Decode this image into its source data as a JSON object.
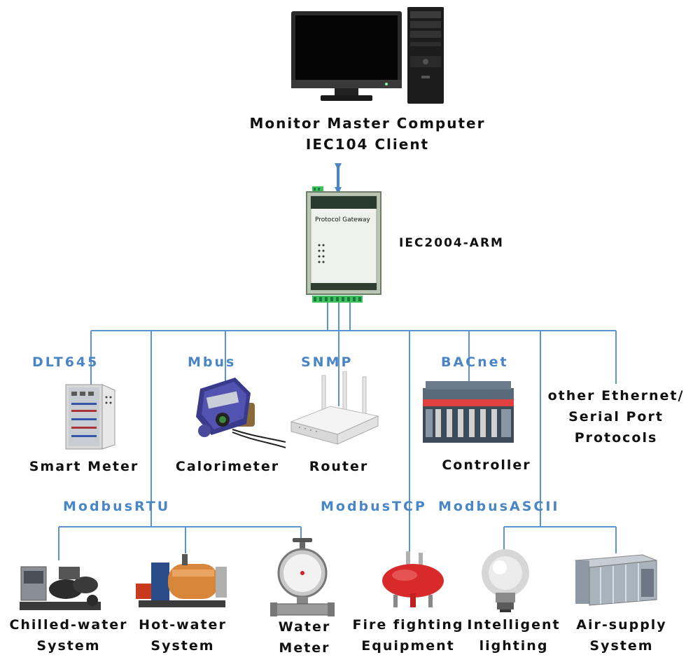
{
  "master": {
    "title_line1": "Monitor Master Computer",
    "title_line2": "IEC104 Client"
  },
  "gateway": {
    "name": "IEC2004-ARM",
    "panel_text": "Protocol Gateway"
  },
  "protocols": {
    "dlt645": "DLT645",
    "mbus": "Mbus",
    "snmp": "SNMP",
    "bacnet": "BACnet",
    "modbus_rtu": "ModbusRTU",
    "modbus_tcp": "ModbusTCP",
    "modbus_ascii": "ModbusASCII"
  },
  "devices": {
    "smart_meter": "Smart Meter",
    "calorimeter": "Calorimeter",
    "router": "Router",
    "controller": "Controller",
    "other_line1": "other Ethernet/",
    "other_line2": "Serial Port",
    "other_line3": "Protocols",
    "chilled_line1": "Chilled-water",
    "chilled_line2": "System",
    "hotwater_line1": "Hot-water",
    "hotwater_line2": "System",
    "water_line1": "Water",
    "water_line2": "Meter",
    "fire_line1": "Fire fighting",
    "fire_line2": "Equipment",
    "lighting_line1": "Intelligent",
    "lighting_line2": "lighting",
    "air_line1": "Air-supply",
    "air_line2": "System"
  },
  "colors": {
    "wire": "#5b93cf",
    "protocol_text": "#4a86c5",
    "label_text": "#111111"
  }
}
